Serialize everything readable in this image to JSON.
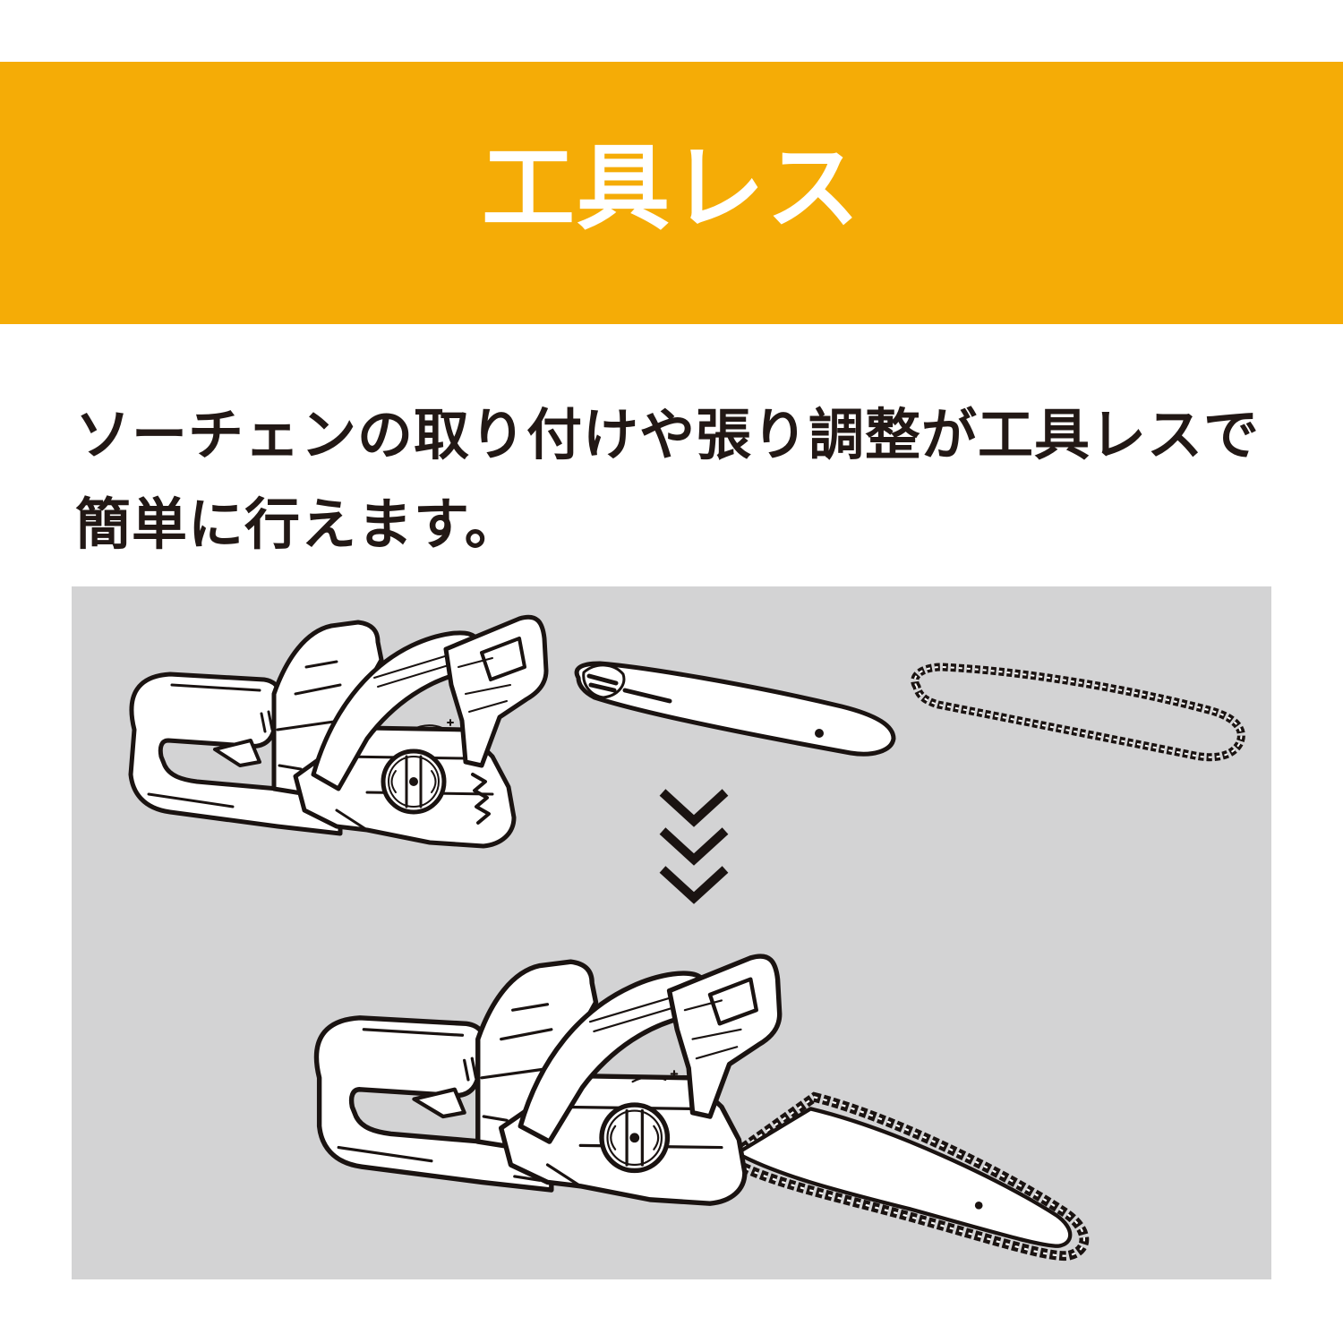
{
  "colors": {
    "banner_bg": "#f5ac06",
    "banner_text": "#ffffff",
    "caption_text": "#221815",
    "panel_bg": "#d3d3d4",
    "line_art": "#1a1311"
  },
  "banner": {
    "title": "工具レス"
  },
  "caption": {
    "lines": [
      "ソーチェンの取り付けや張り調整が工具レスで",
      "簡単に行えます。"
    ]
  },
  "illustration": {
    "parts": [
      {
        "name": "chainsaw-body",
        "icon": "chainsaw-body-icon"
      },
      {
        "name": "guide-bar",
        "icon": "guide-bar-icon"
      },
      {
        "name": "saw-chain",
        "icon": "saw-chain-icon"
      }
    ],
    "arrow": {
      "icon": "triple-chevron-down-icon",
      "count": 3
    },
    "result": {
      "name": "assembled-chainsaw",
      "icon": "assembled-chainsaw-icon"
    }
  }
}
